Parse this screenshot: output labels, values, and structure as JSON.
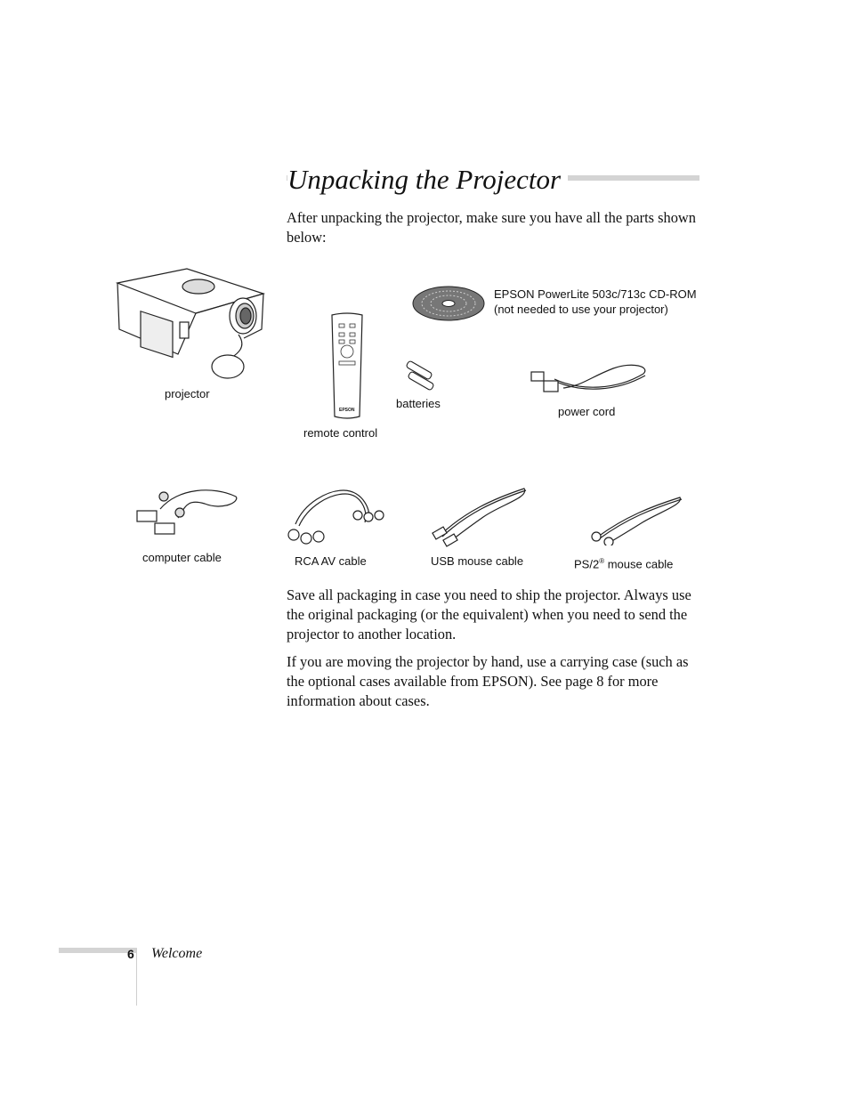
{
  "heading": "Unpacking the Projector",
  "intro": "After unpacking the projector, make sure you have all the parts shown below:",
  "parts": {
    "projector": "projector",
    "cdrom_line1": "EPSON PowerLite 503c/713c CD-ROM",
    "cdrom_line2": "(not needed to use your projector)",
    "remote": "remote control",
    "batteries": "batteries",
    "power_cord": "power cord",
    "computer_cable": "computer cable",
    "rca_cable": "RCA AV cable",
    "usb_cable": "USB mouse cable",
    "ps2_prefix": "PS/2",
    "ps2_reg": "®",
    "ps2_suffix": " mouse cable"
  },
  "remote_brand": "EPSON",
  "body_paragraphs": [
    "Save all packaging in case you need to ship the projector. Always use the original packaging (or the equivalent) when you need to send the projector to another location.",
    "If you are moving the projector by hand, use a carrying case (such as the optional cases available from EPSON). See page 8 for more information about cases."
  ],
  "footer": {
    "page_number": "6",
    "section": "Welcome"
  }
}
